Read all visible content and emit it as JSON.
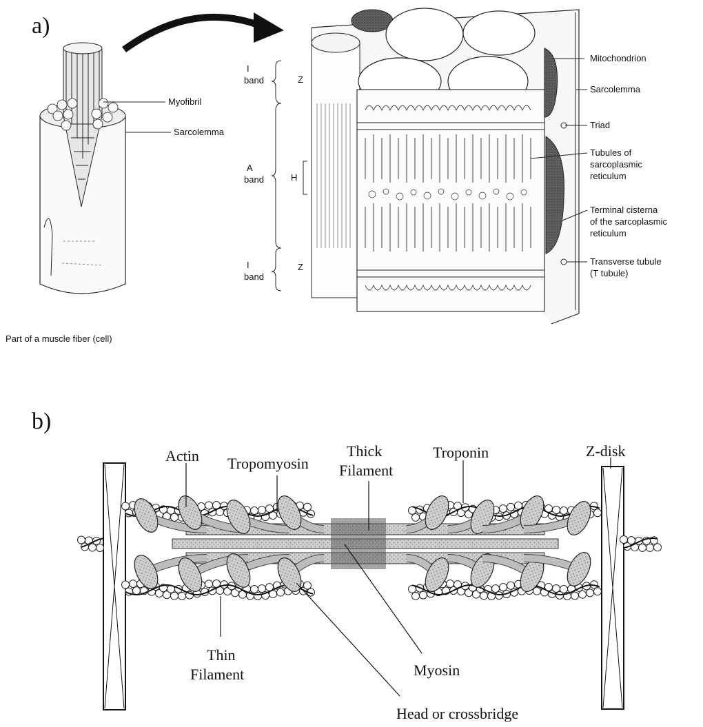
{
  "panel_a": {
    "panel_label": "a)",
    "left": {
      "myofibril": "Myofibril",
      "sarcolemma": "Sarcolemma",
      "caption": "Part of a muscle fiber (cell)"
    },
    "bands": {
      "i_band_top_1": "I",
      "i_band_top_2": "band",
      "z_top": "Z",
      "a_band_1": "A",
      "a_band_2": "band",
      "h": "H",
      "i_band_bottom_1": "I",
      "i_band_bottom_2": "band",
      "z_bottom": "Z"
    },
    "right_labels": {
      "mitochondrion": "Mitochondrion",
      "sarcolemma": "Sarcolemma",
      "triad": "Triad",
      "tubules_1": "Tubules of",
      "tubules_2": "sarcoplasmic",
      "tubules_3": "reticulum",
      "cisterna_1": "Terminal cisterna",
      "cisterna_2": "of the sarcoplasmic",
      "cisterna_3": "reticulum",
      "ttubule_1": "Transverse tubule",
      "ttubule_2": "(T tubule)"
    }
  },
  "panel_b": {
    "panel_label": "b)",
    "labels": {
      "actin": "Actin",
      "tropomyosin": "Tropomyosin",
      "thick_1": "Thick",
      "thick_2": "Filament",
      "troponin": "Troponin",
      "zdisk": "Z-disk",
      "thin_1": "Thin",
      "thin_2": "Filament",
      "myosin": "Myosin",
      "head": "Head or crossbridge"
    }
  },
  "colors": {
    "ink": "#111111",
    "shade": "#9a9a9a",
    "dark": "#555555"
  }
}
